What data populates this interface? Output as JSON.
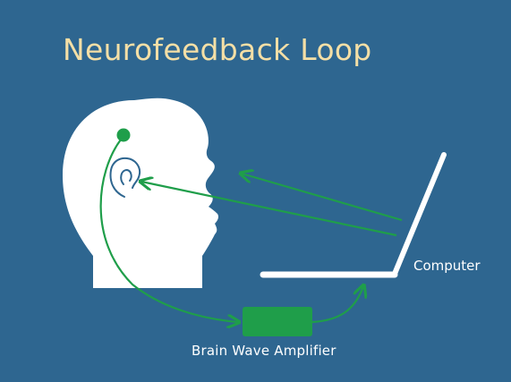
{
  "title": "Neurofeedback Loop",
  "labels": {
    "computer": "Computer",
    "amplifier": "Brain Wave Amplifier"
  },
  "colors": {
    "background": "#2e6690",
    "title": "#f4dfa6",
    "head": "#ffffff",
    "laptop": "#ffffff",
    "signal": "#1f9e4a",
    "ear": "#2e6690"
  }
}
